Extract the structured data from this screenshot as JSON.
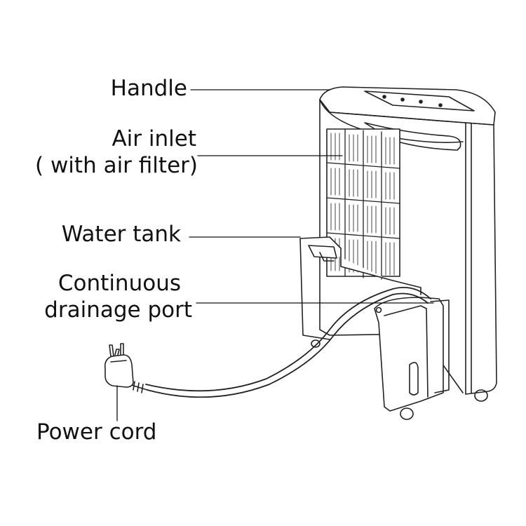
{
  "labels": {
    "handle": "Handle",
    "air_inlet_line1": "Air inlet",
    "air_inlet_line2": "( with air filter)",
    "water_tank": "Water tank",
    "drainage_line1": "Continuous",
    "drainage_line2": "drainage port",
    "power_cord": "Power cord"
  },
  "colors": {
    "stroke": "#222222",
    "text": "#111111",
    "background": "#ffffff"
  }
}
